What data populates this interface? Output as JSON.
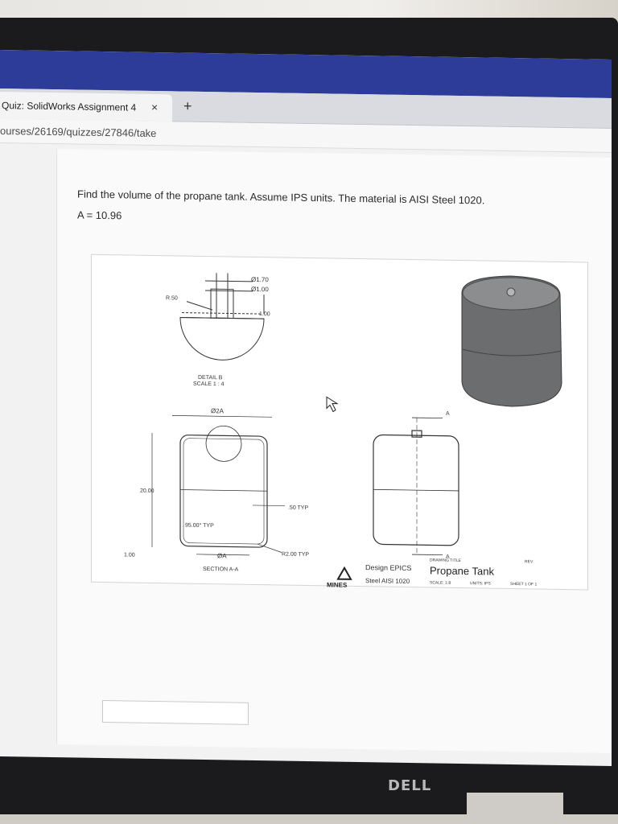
{
  "browser": {
    "tab_title": "Quiz: SolidWorks Assignment 4",
    "tab_close": "×",
    "new_tab": "+",
    "url": "ourses/26169/quizzes/27846/take"
  },
  "quiz": {
    "question": "Find the volume of the propane tank. Assume IPS units. The material is AISI Steel 1020.",
    "given": "A = 10.96"
  },
  "drawing": {
    "detail": {
      "dim_outer": "Ø1.70",
      "dim_inner": "Ø1.00",
      "radius": "R.50",
      "height": "1.00",
      "title": "DETAIL B",
      "scale": "SCALE 1 : 4"
    },
    "section": {
      "dim_top": "Ø2A",
      "height": "20.00",
      "angle": "95.00° TYP",
      "wall": ".50 TYP",
      "dim_bottom": "ØA",
      "radius": "R2.00 TYP",
      "base": "1.00",
      "title": "SECTION A-A",
      "cut_label": "A"
    },
    "title_block": {
      "logo_text": "MINES",
      "company": "Design EPICS",
      "material": "Steel AISI 1020",
      "drawing_title_label": "DRAWING TITLE",
      "drawing_title": "Propane Tank",
      "rev_label": "REV",
      "scale": "SCALE: 1:8",
      "units": "UNITS: IPS",
      "sheet": "SHEET 1 OF 1"
    }
  },
  "monitor": {
    "brand": "DELL"
  },
  "colors": {
    "header_blue": "#2e3c99",
    "tank_gray": "#6b6d6e"
  }
}
